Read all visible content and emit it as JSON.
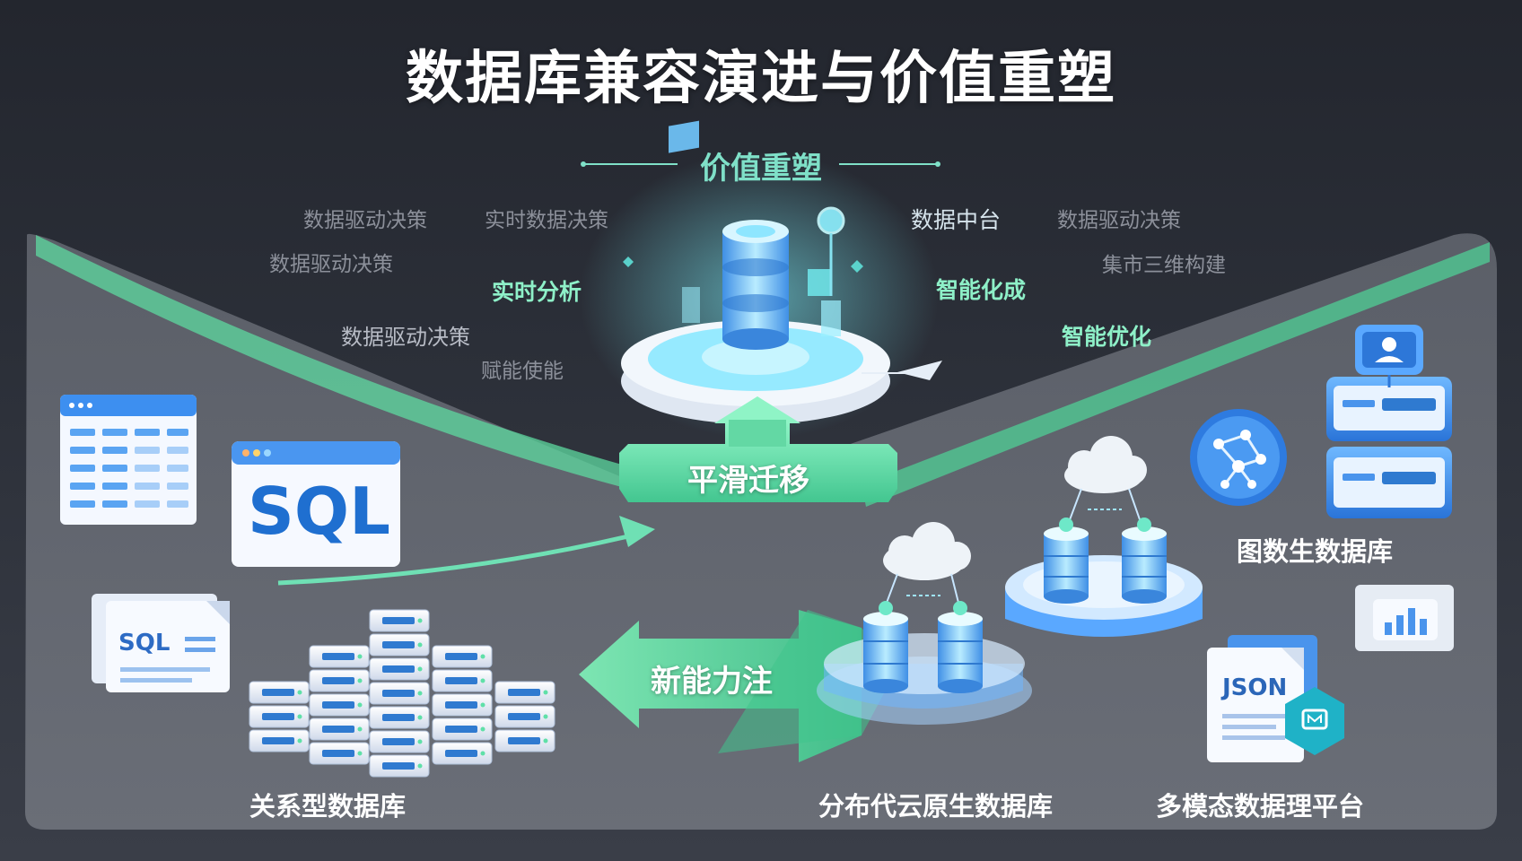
{
  "title": "数据库兼容演进与价值重塑",
  "subtitle": "价值重塑",
  "keywords_left": [
    "数据驱动决策",
    "实时数据决策",
    "数据驱动决策",
    "实时分析",
    "数据驱动决策",
    "赋能使能"
  ],
  "keywords_right": [
    "数据中台",
    "数据驱动决策",
    "集市三维构建",
    "智能化成",
    "智能优化"
  ],
  "flows": {
    "smooth_migration": "平滑迁移",
    "new_energy": "新能力注"
  },
  "categories": {
    "relational": "关系型数据库",
    "distributed": "分布代云原生数据库",
    "graph": "图数生数据库",
    "multimodel": "多模态数据理平台"
  },
  "badges": {
    "sql_big": "SQL",
    "sql_small": "SQL",
    "json": "JSON"
  },
  "colors": {
    "accent_green": "#5fe0a8",
    "accent_blue": "#3b8ff0",
    "panel": "#6b6f78"
  }
}
